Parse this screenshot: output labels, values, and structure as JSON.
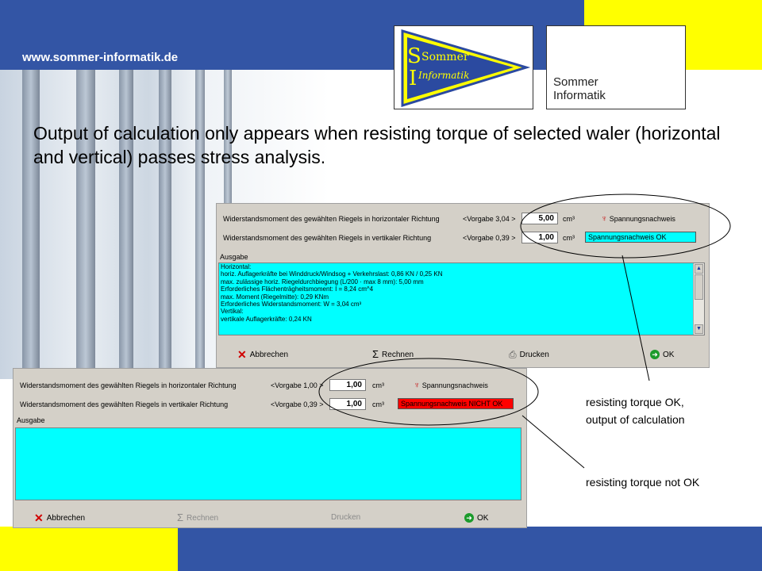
{
  "header": {
    "url": "www.sommer-informatik.de",
    "logo1_text": [
      "Sommer",
      "Informatik"
    ],
    "logo2_text": [
      "Sommer",
      "Informatik"
    ],
    "headline": "Output of calculation only appears when resisting torque of selected waler (horizontal and vertical) passes stress analysis."
  },
  "dialog_ok": {
    "rows": [
      {
        "label": "Widerstandsmoment des gewählten Riegels in horizontaler Richtung",
        "vorgabe": "<Vorgabe 3,04 >",
        "value": "5,00",
        "unit": "cm³"
      },
      {
        "label": "Widerstandsmoment des gewählten Riegels in vertikaler Richtung",
        "vorgabe": "<Vorgabe 0,39 >",
        "value": "1,00",
        "unit": "cm³"
      }
    ],
    "check_button": "Spannungsnachweis",
    "status": "Spannungsnachweis OK",
    "ausgabe_label": "Ausgabe",
    "output_lines": [
      "Horizontal:",
      "horiz. Auflagerkräfte bei Winddruck/Windsog + Verkehrslast: 0,86 KN / 0,25 KN",
      "max. zulässige horiz. Riegeldurchbiegung (L/200 · max 8 mm): 5,00 mm",
      "Erforderliches Flächenträgheitsmoment: I = 8,24 cm^4",
      "max. Moment (Riegelmitte): 0,29 KNm",
      "Erforderliches Widerstandsmoment: W = 3,04 cm³",
      "Vertikal:",
      "vertikale Auflagerkräfte: 0,24 KN"
    ],
    "buttons": {
      "cancel": "Abbrechen",
      "calculate": "Rechnen",
      "print": "Drucken",
      "ok": "OK"
    }
  },
  "dialog_notok": {
    "rows": [
      {
        "label": "Widerstandsmoment des gewählten Riegels in horizontaler Richtung",
        "vorgabe": "<Vorgabe 1,00 >",
        "value": "1,00",
        "unit": "cm³"
      },
      {
        "label": "Widerstandsmoment des gewählten Riegels in vertikaler Richtung",
        "vorgabe": "<Vorgabe 0,39 >",
        "value": "1,00",
        "unit": "cm³"
      }
    ],
    "check_button": "Spannungsnachweis",
    "status": "Spannungsnachweis NICHT OK",
    "ausgabe_label": "Ausgabe",
    "buttons": {
      "cancel": "Abbrechen",
      "calculate": "Rechnen",
      "print": "Drucken",
      "ok": "OK"
    }
  },
  "callouts": {
    "ok_line1": "resisting torque OK,",
    "ok_line2": "output of calculation",
    "notok": "resisting torque not OK"
  },
  "colors": {
    "band_blue": "#3355a5",
    "accent_yellow": "#ffff00",
    "output_cyan": "#00ffff",
    "status_ok": "#00ffff",
    "status_error": "#ff0000"
  }
}
